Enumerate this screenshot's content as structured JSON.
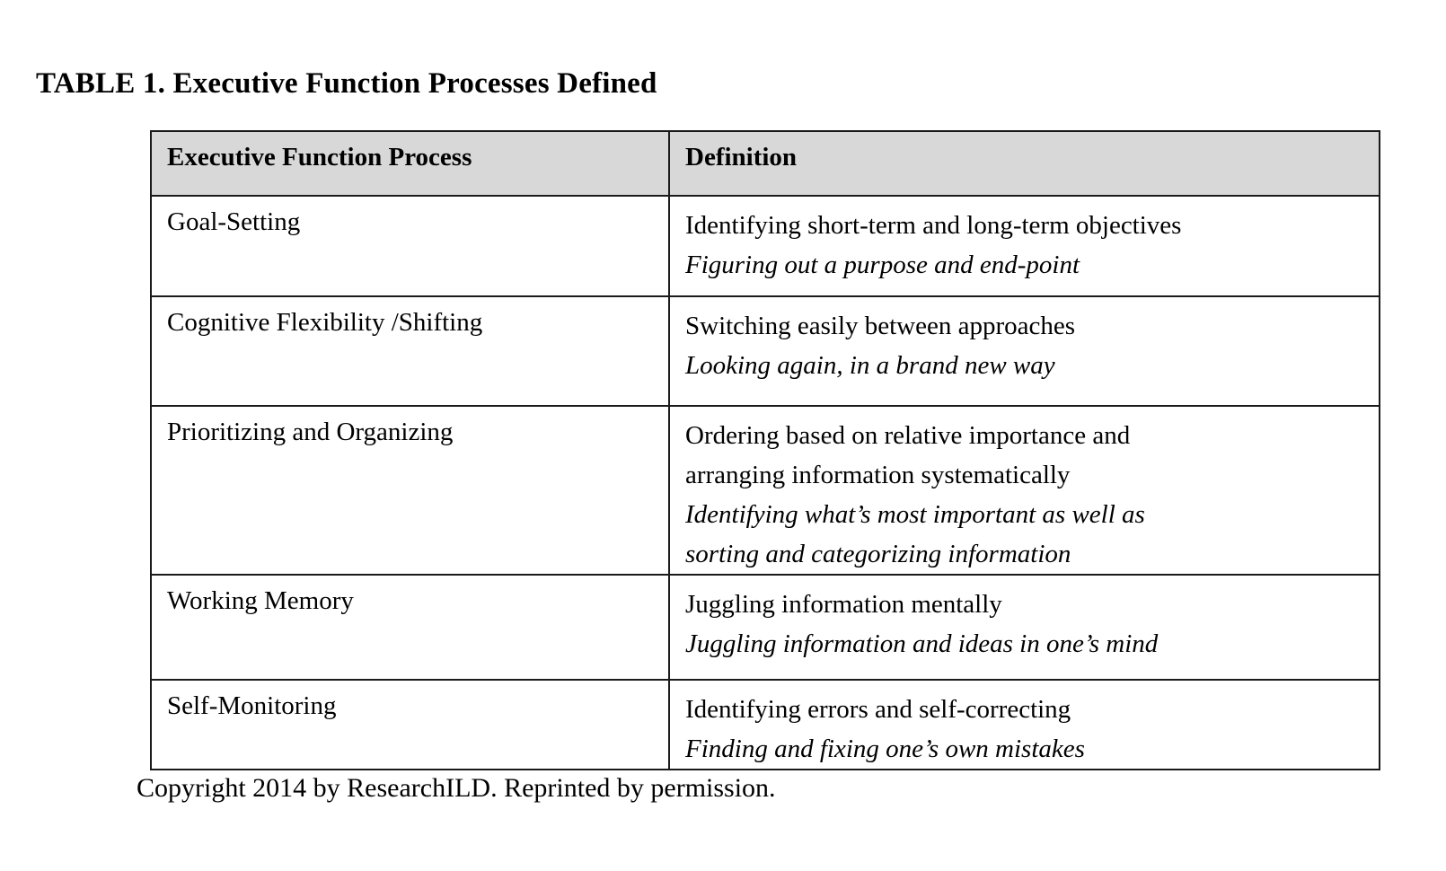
{
  "document": {
    "title": "TABLE 1. Executive Function Processes Defined",
    "copyright": "Copyright 2014 by ResearchILD. Reprinted by permission."
  },
  "table": {
    "headers": {
      "process": "Executive Function Process",
      "definition": "Definition"
    },
    "header_background": "#d8d8d8",
    "border_color": "#1a1a1a",
    "rows": [
      {
        "process": "Goal-Setting",
        "definition_lines": [
          {
            "text": "Identifying short-term and long-term objectives",
            "style": "roman"
          },
          {
            "text": "Figuring out a purpose and end-point",
            "style": "italic"
          }
        ]
      },
      {
        "process": "Cognitive Flexibility /Shifting",
        "definition_lines": [
          {
            "text": "Switching easily between approaches",
            "style": "roman"
          },
          {
            "text": "Looking again, in a brand new way",
            "style": "italic"
          }
        ]
      },
      {
        "process": "Prioritizing and Organizing",
        "definition_lines": [
          {
            "text": "Ordering based on relative importance and",
            "style": "roman"
          },
          {
            "text": "arranging information systematically",
            "style": "roman"
          },
          {
            "text": "Identifying what’s most important as well as",
            "style": "italic"
          },
          {
            "text": "sorting and categorizing information",
            "style": "italic"
          }
        ]
      },
      {
        "process": "Working Memory",
        "definition_lines": [
          {
            "text": "Juggling information mentally",
            "style": "roman"
          },
          {
            "text": "Juggling information and ideas in one’s mind",
            "style": "italic"
          }
        ]
      },
      {
        "process": "Self-Monitoring",
        "definition_lines": [
          {
            "text": "Identifying errors and self-correcting",
            "style": "roman"
          },
          {
            "text": "Finding and fixing one’s own mistakes",
            "style": "italic"
          }
        ]
      }
    ]
  }
}
